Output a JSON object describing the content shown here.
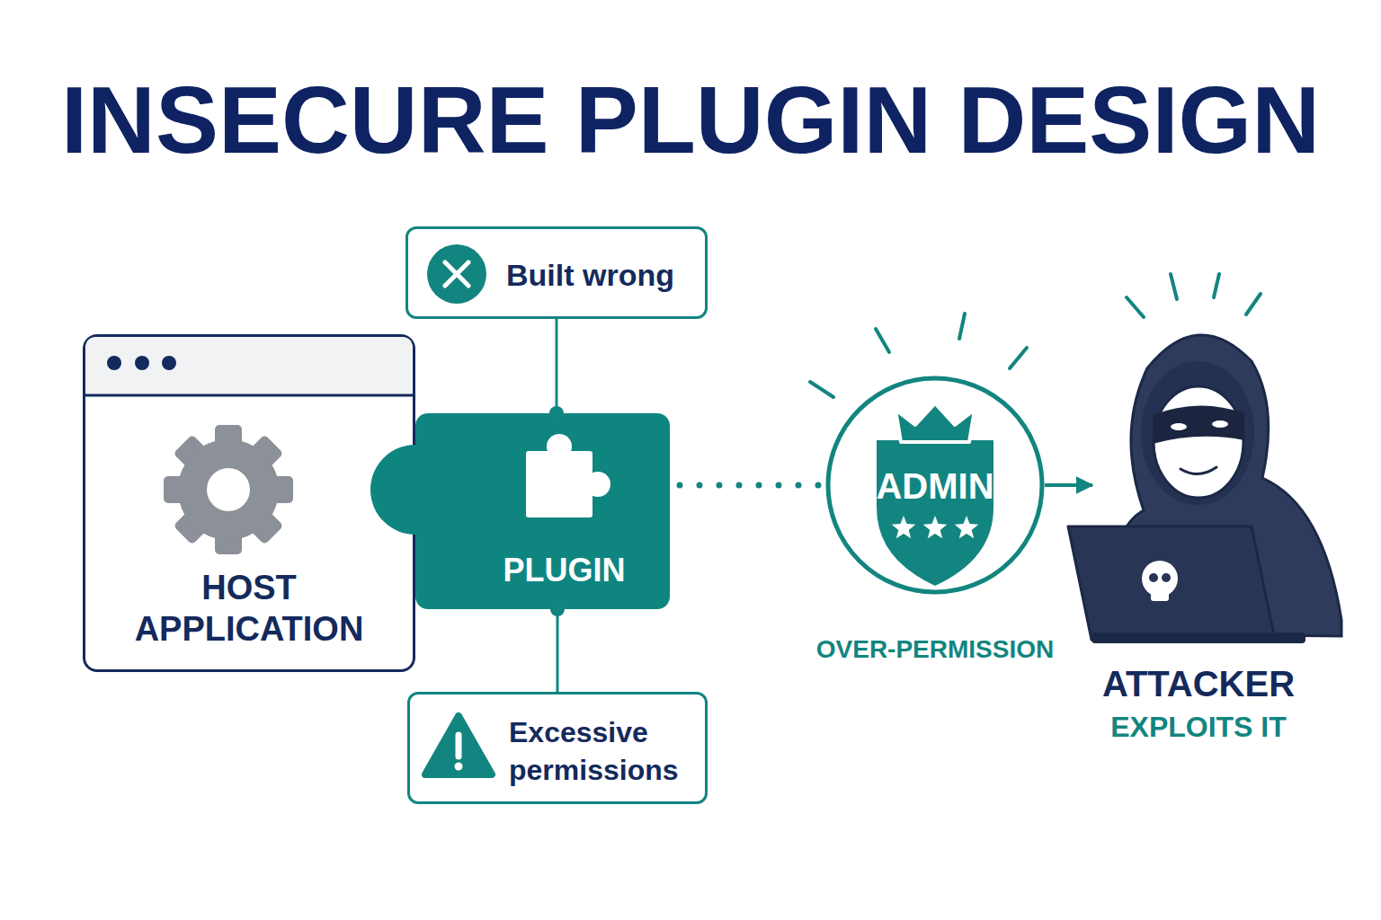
{
  "diagram": {
    "title": "INSECURE PLUGIN DESIGN",
    "nodes": [
      {
        "text": [
          "HOST APPLICATION"
        ]
      },
      {
        "text": [
          "Built wrong"
        ]
      },
      {
        "text": [
          "PLUGIN"
        ]
      },
      {
        "text": [
          "Excessive permissions"
        ]
      },
      {
        "text": [
          "ADMIN",
          "OVER-PERMISSION"
        ]
      },
      {
        "text": [
          "ATTACKER",
          "EXPLOITS IT"
        ]
      }
    ],
    "edges": [
      {
        "from": 1,
        "to": 2,
        "arrow": "none"
      },
      {
        "from": 3,
        "to": 2,
        "arrow": "none"
      },
      {
        "from": 2,
        "to": 4,
        "arrow": "none"
      },
      {
        "from": 4,
        "to": 5,
        "arrow": "to"
      }
    ]
  }
}
